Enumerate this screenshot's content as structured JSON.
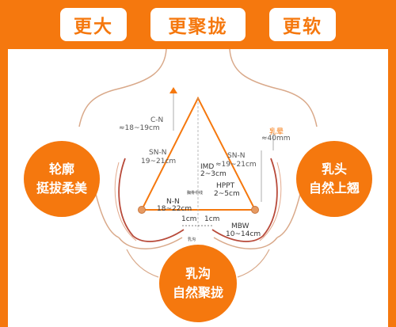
{
  "header": {
    "pills": [
      "更大",
      "更聚拢",
      "更软"
    ]
  },
  "callouts": {
    "left": [
      "轮廓",
      "挺拔柔美"
    ],
    "right": [
      "乳头",
      "自然上翘"
    ],
    "bottom": [
      "乳沟",
      "自然聚拢"
    ]
  },
  "labels": {
    "cn": "C-N",
    "cn_value": "≈18~19cm",
    "sn_left": "SN-N",
    "sn_left_value": "19~21cm",
    "sn_right": "SN-N",
    "sn_right_value": "≈19~21cm",
    "nn": "N-N",
    "nn_value": "18~22cm",
    "imd": "IMD",
    "imd_value": "2~3cm",
    "hppt": "HPPT",
    "hppt_value": "2~5cm",
    "areola": "乳晕",
    "areola_value": "≈40mm",
    "mbw": "MBW",
    "mbw_value": "10~14cm",
    "center_point": "胸骨中线",
    "cleavage_dist_left": "1cm",
    "cleavage_dist_right": "1cm",
    "cleavage_label": "乳沟"
  },
  "colors": {
    "accent": "#f5780e",
    "outline": "#d9a98a",
    "fold": "#b84a3a"
  }
}
